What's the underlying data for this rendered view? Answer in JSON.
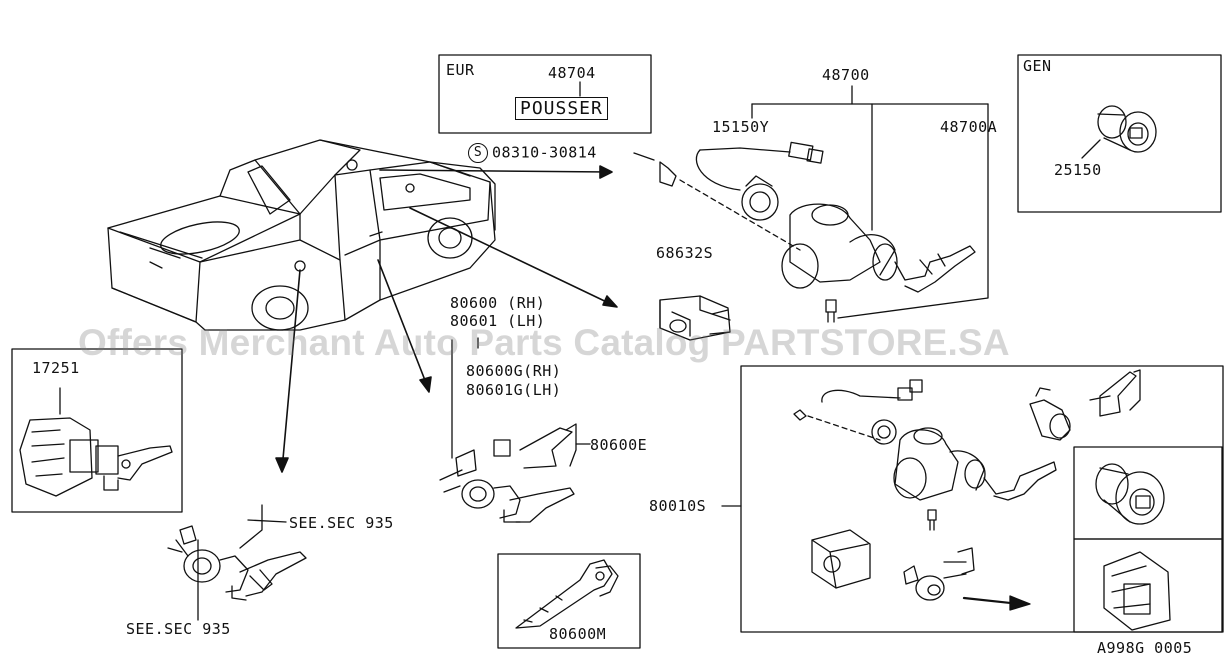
{
  "diagram": {
    "watermark": "Offers Merchant Auto Parts Catalog PARTSTORE.SA",
    "figure_code": "A998G 0005",
    "eur_box": {
      "region": "EUR",
      "part": "48704",
      "label": "POUSSER"
    },
    "gen_box": {
      "region": "GEN",
      "part": "25150"
    },
    "parts": {
      "p48700": "48700",
      "p48700A": "48700A",
      "p15150Y": "15150Y",
      "bolt_code": "08310-30814",
      "bolt_prefix": "S",
      "p68632S": "68632S",
      "p80600": "80600 (RH)",
      "p80601": "80601 (LH)",
      "p80600G": "80600G(RH)",
      "p80601G": "80601G(LH)",
      "p80600E": "80600E",
      "p17251": "17251",
      "see_sec_1": "SEE.SEC 935",
      "see_sec_2": "SEE.SEC 935",
      "p80010S": "80010S",
      "p80600M": "80600M"
    }
  }
}
